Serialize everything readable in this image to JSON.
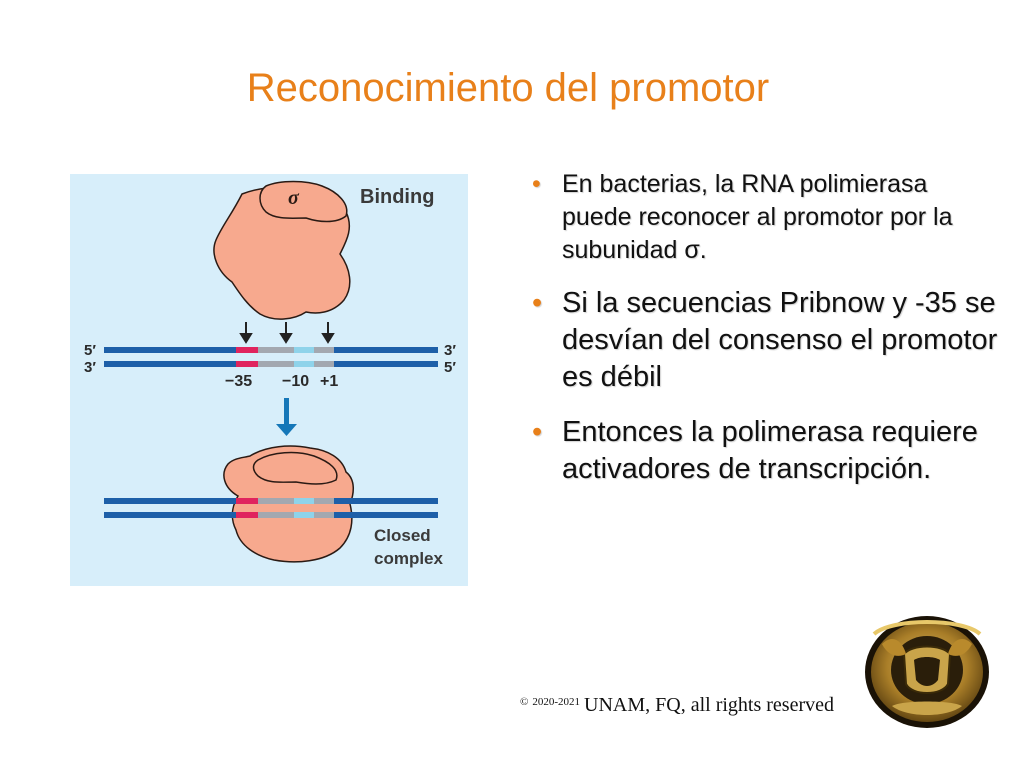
{
  "slide": {
    "title": "Reconocimiento del promotor",
    "title_color": "#e8801a"
  },
  "figure": {
    "sigma": "σ",
    "binding_label": "Binding",
    "strand_top_left": "5′",
    "strand_top_right": "3′",
    "strand_bottom_left": "3′",
    "strand_bottom_right": "5′",
    "pos_minus35": "−35",
    "pos_minus10": "−10",
    "pos_plus1": "+1",
    "closed_label_1": "Closed",
    "closed_label_2": "complex",
    "colors": {
      "background": "#d7eefa",
      "dna": "#1d5fa8",
      "polymerase": "#f7a98e",
      "minus35_box": "#e0245e",
      "spacer": "#a3a8b0",
      "minus10_box": "#8fd3ea",
      "arrow": "#1577b8"
    }
  },
  "bullets": [
    {
      "text": "En bacterias, la RNA polimierasa puede reconocer al promotor por la subunidad σ."
    },
    {
      "text": "Si la secuencias Pribnow y -35 se desvían del consenso el promotor es débil"
    },
    {
      "text": "Entonces la polimerasa requiere activadores de transcripción."
    }
  ],
  "bullet_glyph": "•",
  "footer": {
    "copyright_symbol": "©",
    "years": "2020-2021",
    "text": "UNAM, FQ, all rights reserved"
  },
  "seal": {
    "icon": "unam-seal-icon"
  }
}
